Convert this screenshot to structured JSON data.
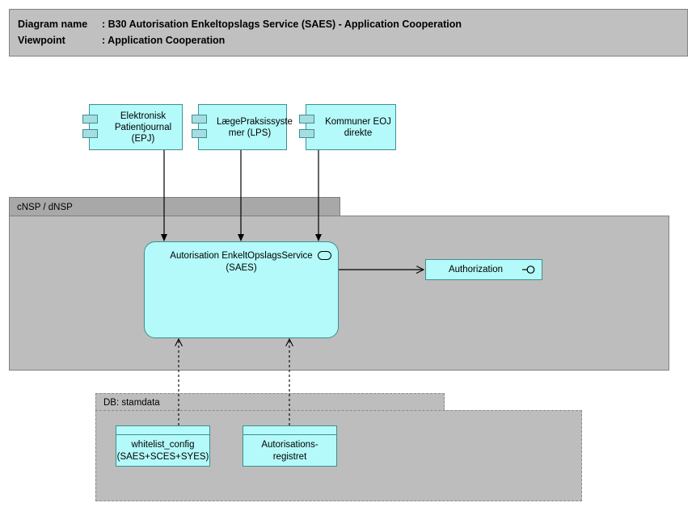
{
  "header": {
    "line1_label": "Diagram name",
    "line1_sep": ": ",
    "line1_value": "B30 Autorisation Enkeltopslags Service (SAES) - Application Cooperation",
    "line2_label": "Viewpoint",
    "line2_sep": ": ",
    "line2_value": "Application Cooperation"
  },
  "colors": {
    "element_fill": "#b4fafa",
    "element_stroke": "#3f8f8f",
    "group_fill": "#bdbdbd",
    "group_tab_fill": "#a8a8a8",
    "group_stroke": "#808080",
    "header_fill": "#c0c0c0",
    "line": "#000000",
    "canvas": "#ffffff"
  },
  "components": [
    {
      "id": "epj",
      "name": "Elektronisk Patientjournal (EPJ)",
      "line1": "Elektronisk",
      "line2": "Patientjournal",
      "line3": "(EPJ)",
      "icon": "application-component-icon"
    },
    {
      "id": "lps",
      "name": "LægePraksissystemer (LPS)",
      "line1": "LægePraksissyste",
      "line2": "mer (LPS)",
      "line3": "",
      "icon": "application-component-icon"
    },
    {
      "id": "kommuner",
      "name": "Kommuner EOJ direkte",
      "line1": "Kommuner EOJ",
      "line2": "direkte",
      "line3": "",
      "icon": "application-component-icon"
    }
  ],
  "groups": [
    {
      "id": "cnsp",
      "label": "cNSP / dNSP",
      "style": "solid"
    },
    {
      "id": "stamdata",
      "label": "DB: stamdata",
      "style": "dashed"
    }
  ],
  "service": {
    "line1": "Autorisation EnkeltOpslagsService",
    "line2": "(SAES)",
    "icon": "application-service-oval-icon"
  },
  "interface": {
    "label": "Authorization",
    "icon": "application-interface-lollipop-icon"
  },
  "data_objects": [
    {
      "id": "whitelist",
      "line1": "whitelist_config",
      "line2": "(SAES+SCES+SYES)",
      "icon": "data-object-icon"
    },
    {
      "id": "autoreg",
      "line1": "Autorisations-",
      "line2": "registret",
      "icon": "data-object-icon"
    }
  ],
  "connectors": [
    {
      "id": "epj-to-saes",
      "from": "epj",
      "to": "saes",
      "style": "solid",
      "arrow": "filled"
    },
    {
      "id": "lps-to-saes",
      "from": "lps",
      "to": "saes",
      "style": "solid",
      "arrow": "filled"
    },
    {
      "id": "kommuner-to-saes",
      "from": "kommuner",
      "to": "saes",
      "style": "solid",
      "arrow": "filled"
    },
    {
      "id": "saes-to-authorization",
      "from": "saes",
      "to": "authorization",
      "style": "solid",
      "arrow": "open"
    },
    {
      "id": "whitelist-to-saes",
      "from": "whitelist",
      "to": "saes",
      "style": "dashed",
      "arrow": "open"
    },
    {
      "id": "autoreg-to-saes",
      "from": "autoreg",
      "to": "saes",
      "style": "dashed",
      "arrow": "open"
    }
  ]
}
